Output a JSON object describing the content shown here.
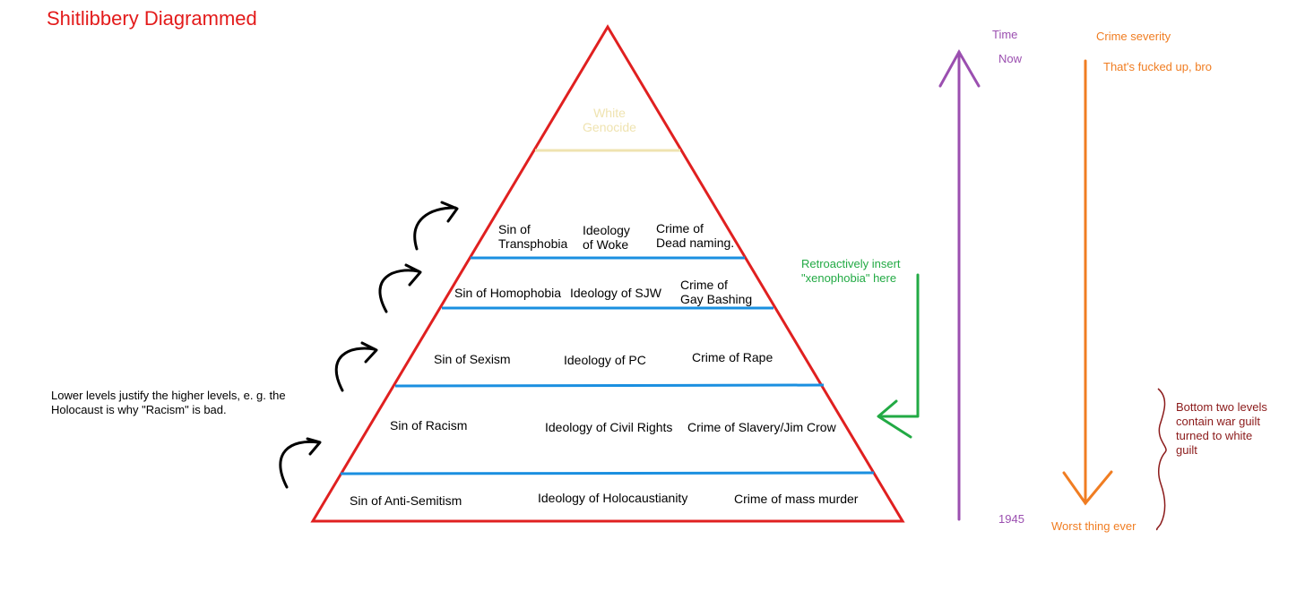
{
  "title": "Shitlibbery Diagrammed",
  "pyramid": {
    "top": {
      "text": "White\nGenocide"
    },
    "levels": [
      {
        "sin": "Sin of\nTransphobia",
        "ideology": "Ideology\nof Woke",
        "crime": "Crime of\nDead naming."
      },
      {
        "sin": "Sin of Homophobia",
        "ideology": "Ideology of SJW",
        "crime": "Crime of\nGay Bashing"
      },
      {
        "sin": "Sin of Sexism",
        "ideology": "Ideology of PC",
        "crime": "Crime of Rape"
      },
      {
        "sin": "Sin of Racism",
        "ideology": "Ideology of Civil Rights",
        "crime": "Crime of Slavery/Jim Crow"
      },
      {
        "sin": "Sin of Anti-Semitism",
        "ideology": "Ideology of Holocaustianity",
        "crime": "Crime of mass murder"
      }
    ]
  },
  "left_note": "Lower levels justify the higher levels, e. g. the\nHolocaust is why \"Racism\" is bad.",
  "retroactive_note": "Retroactively insert\n\"xenophobia\" here",
  "time_axis": {
    "label": "Time",
    "top": "Now",
    "bottom": "1945"
  },
  "severity_axis": {
    "label": "Crime severity",
    "top": "That's fucked up, bro",
    "bottom": "Worst thing ever"
  },
  "brace_note": "Bottom two levels\ncontain war guilt\nturned to white\nguilt",
  "colors": {
    "title": "#e31b1b",
    "pyramid_outline": "#e02020",
    "level_line": "#1a8fe0",
    "top_line": "#efe3b0",
    "top_text": "#efe3b0",
    "time": "#9b4fb0",
    "severity": "#f07d22",
    "retroactive": "#22aa44",
    "brace": "#8b1a1a",
    "arrows": "#000000"
  }
}
